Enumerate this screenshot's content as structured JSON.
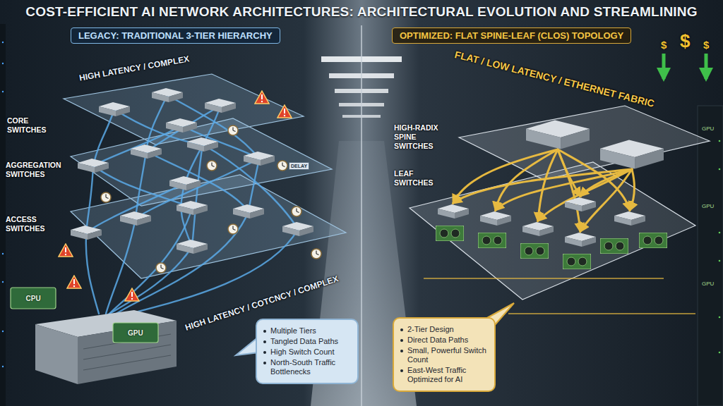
{
  "diagram": {
    "title": "COST-EFFICIENT AI NETWORK ARCHITECTURES: ARCHITECTURAL EVOLUTION AND STREAMLINING",
    "nodes": [
      {
        "text": [
          "LEGACY: TRADITIONAL 3-TIER HIERARCHY"
        ]
      },
      {
        "text": [
          "OPTIMIZED: FLAT SPINE-LEAF (CLOS) TOPOLOGY"
        ]
      },
      {
        "text": [
          "Multiple Tiers",
          "Tangled Data Paths",
          "High Switch Count",
          "North-South Traffic Bottlenecks"
        ]
      },
      {
        "text": [
          "2-Tier Design",
          "Direct Data Paths",
          "Small, Powerful Switch Count",
          "East-West Traffic Optimized for AI"
        ]
      }
    ],
    "labels": [
      "HIGH LATENCY / COMPLEX",
      "CORE SWITCHES",
      "AGGREGATION SWITCHES",
      "ACCESS SWITCHES",
      "DELAY",
      "CPU",
      "GPU",
      "HIGH LATENCY / COTCNCY / COMPLEX",
      "FLAT / LOW LATENCY / ETHERNET FABRIC",
      "$",
      "$",
      "$",
      "HIGH-RADIX SPINE SWITCHES",
      "LEAF SWITCHES",
      "GPU",
      "GPU",
      "GPU"
    ]
  }
}
